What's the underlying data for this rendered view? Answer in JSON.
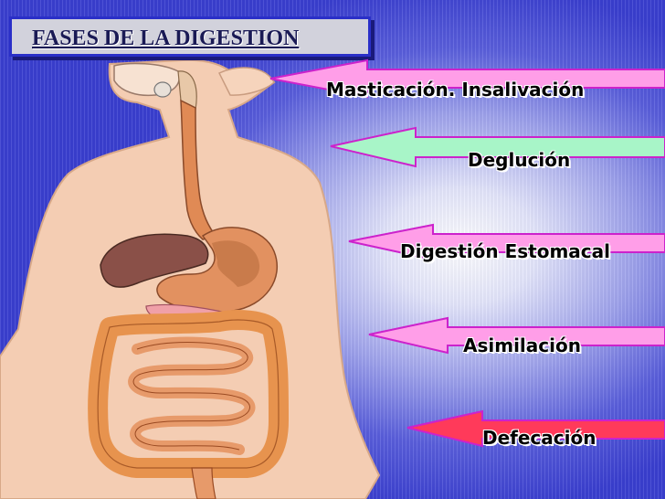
{
  "title": "FASES DE LA DIGESTION",
  "phases": [
    {
      "label": "Masticación. Insalivación",
      "color": "#ff9ee8"
    },
    {
      "label": "Deglución",
      "color": "#a8f5c8"
    },
    {
      "label": "Digestión Estomacal",
      "color": "#ff9ee8"
    },
    {
      "label": "Asimilación",
      "color": "#ff9ee8"
    },
    {
      "label": "Defecación",
      "color": "#ff3a5a"
    }
  ],
  "colors": {
    "background_center": "#ffffff",
    "background_edge": "#3a3fd0",
    "title_box": "#d2d2dc",
    "arrow_outline": "#cc22cc"
  }
}
